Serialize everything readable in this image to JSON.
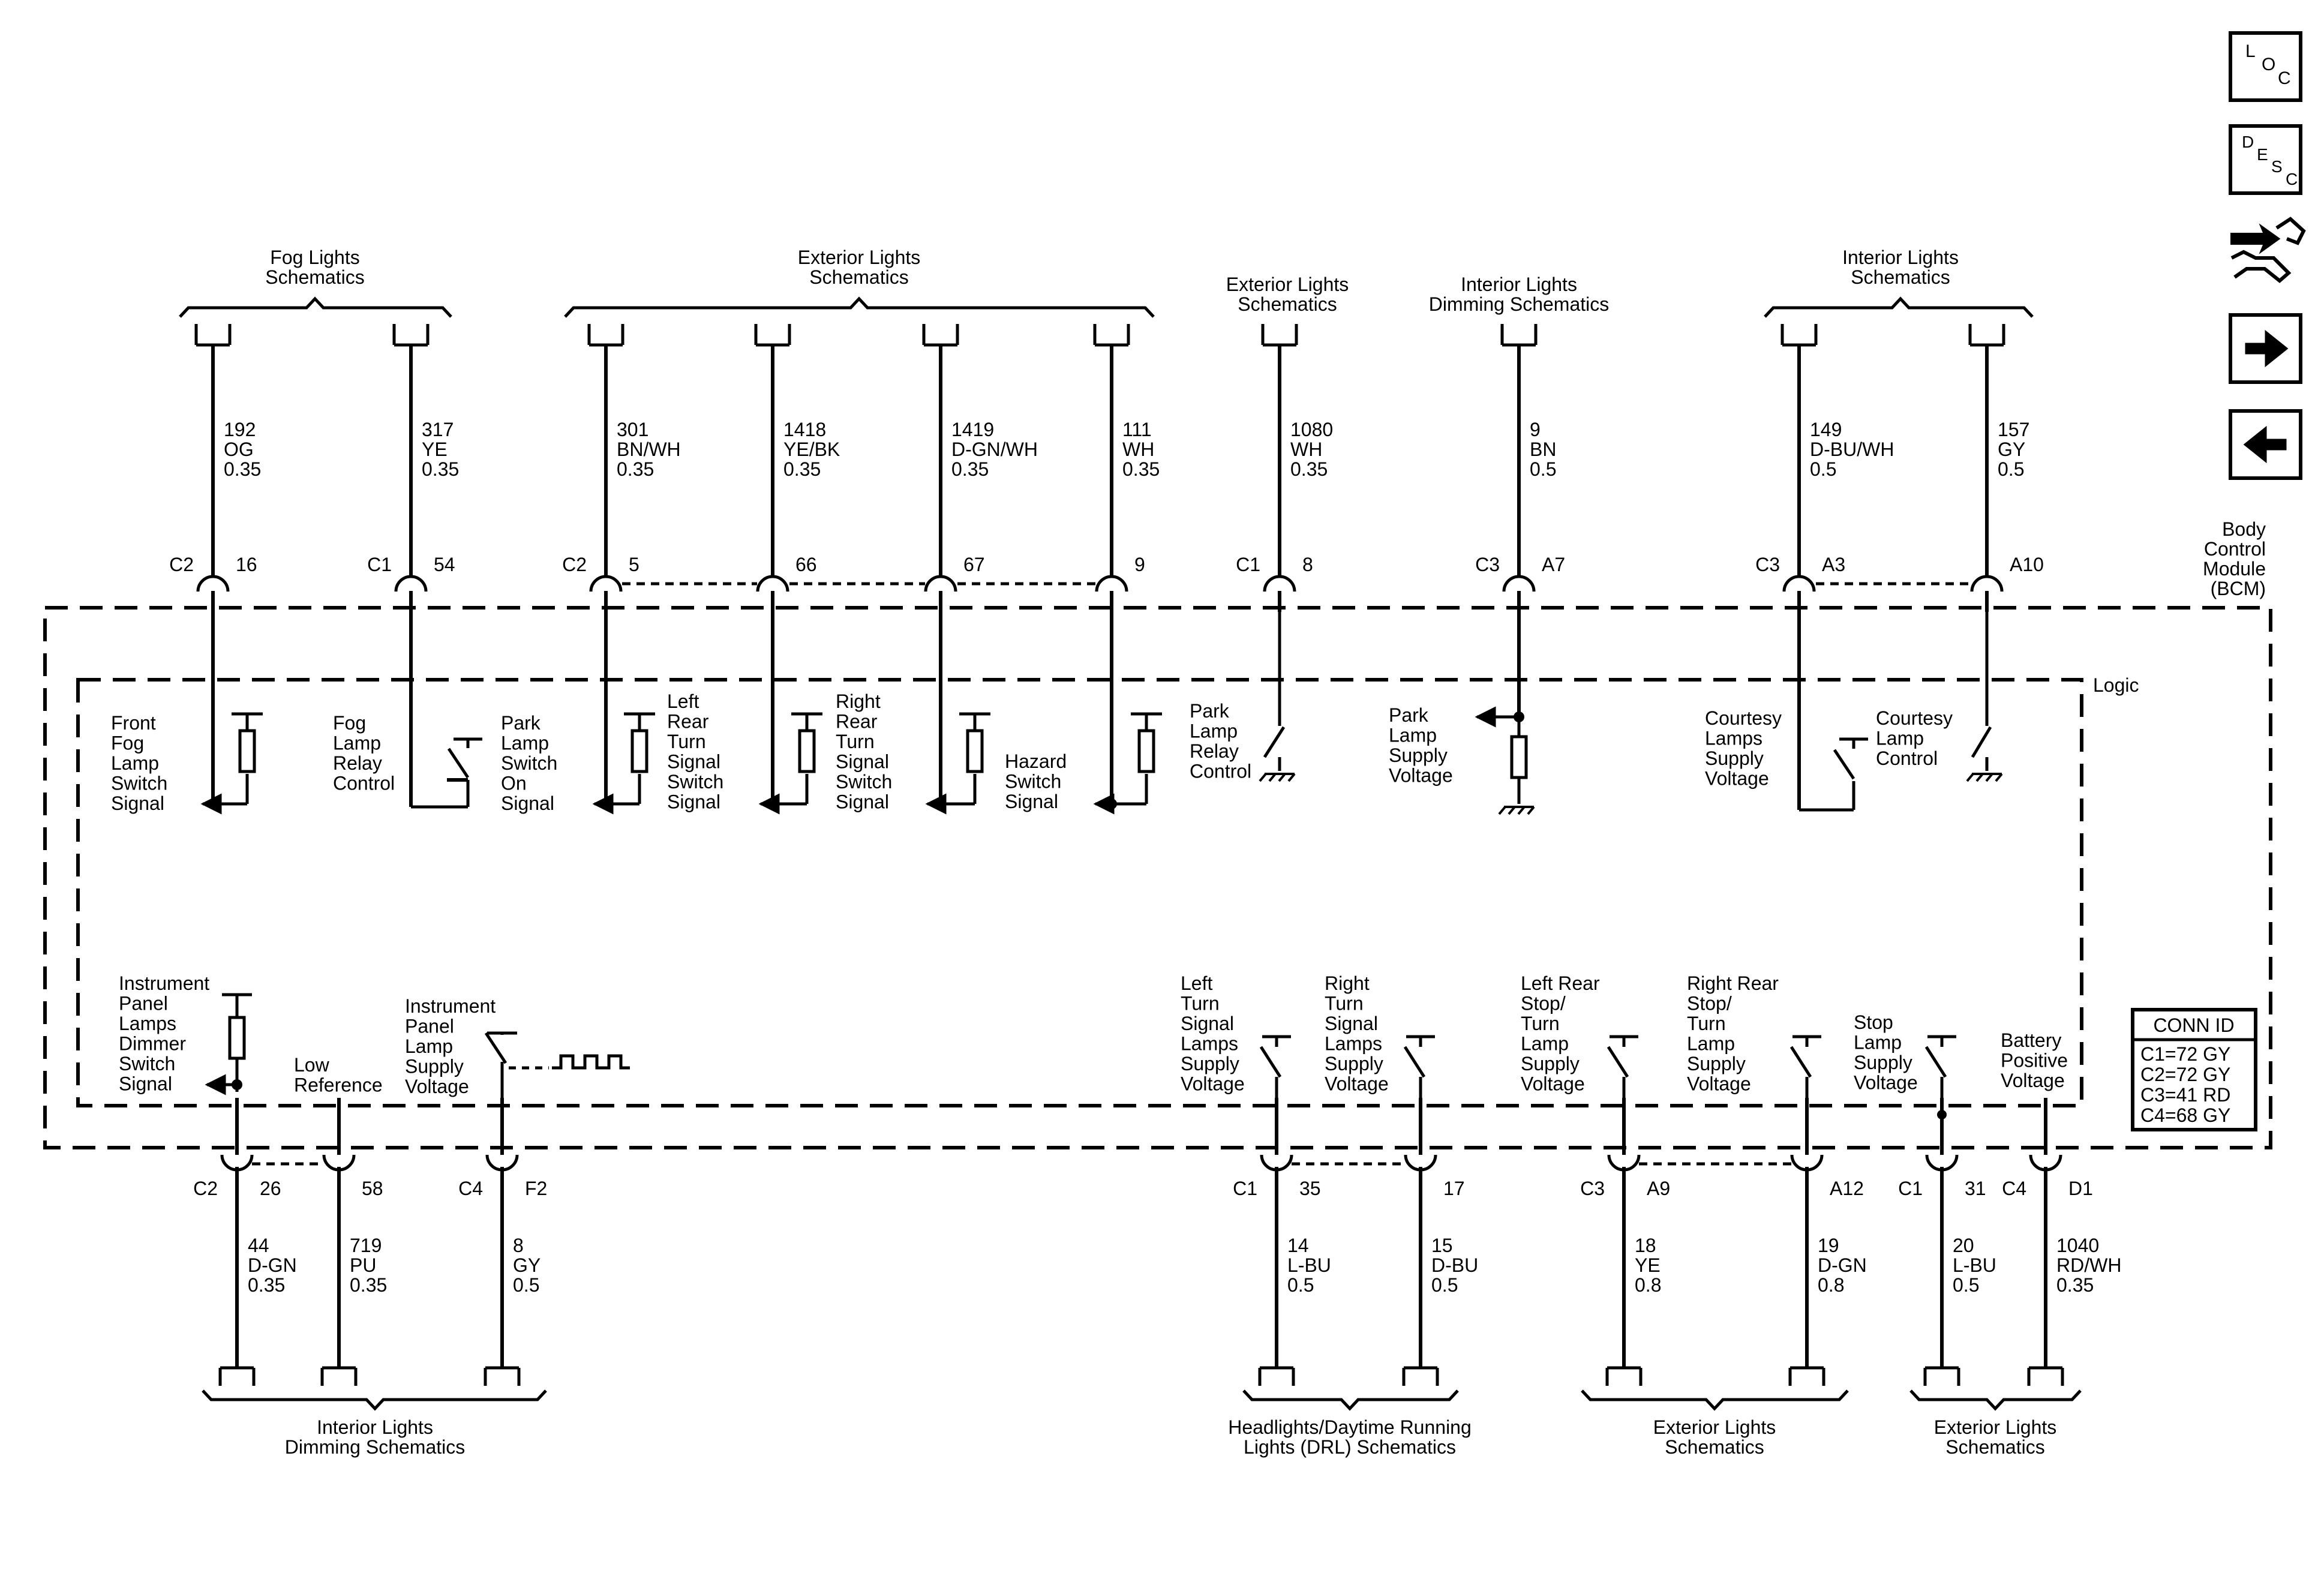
{
  "module": {
    "name_lines": [
      "Body",
      "Control",
      "Module",
      "(BCM)"
    ],
    "logic_label": "Logic"
  },
  "conn_id": {
    "title": "CONN ID",
    "rows": [
      "C1=72 GY",
      "C2=72 GY",
      "C3=41 RD",
      "C4=68 GY"
    ]
  },
  "nav_buttons": [
    {
      "id": "loc",
      "letters": [
        "L",
        "O",
        "C"
      ],
      "icon": "loc-icon"
    },
    {
      "id": "desc",
      "letters": [
        "D",
        "E",
        "S",
        "C"
      ],
      "icon": "desc-icon"
    },
    {
      "id": "connector-view",
      "icon": "connector-view-icon"
    },
    {
      "id": "next",
      "icon": "arrow-right-icon"
    },
    {
      "id": "prev",
      "icon": "arrow-left-icon"
    }
  ],
  "top_groups": [
    {
      "lines": [
        "Fog Lights",
        "Schematics"
      ]
    },
    {
      "lines": [
        "Exterior Lights",
        "Schematics"
      ]
    },
    {
      "lines": [
        "Exterior Lights",
        "Schematics"
      ]
    },
    {
      "lines": [
        "Interior Lights",
        "Dimming Schematics"
      ]
    },
    {
      "lines": [
        "Interior Lights",
        "Schematics"
      ]
    }
  ],
  "top_circuits": [
    {
      "circuit": "192",
      "color": "OG",
      "gauge": "0.35",
      "connector": "C2",
      "pin": "16",
      "function": [
        "Front",
        "Fog",
        "Lamp",
        "Switch",
        "Signal"
      ]
    },
    {
      "circuit": "317",
      "color": "YE",
      "gauge": "0.35",
      "connector": "C1",
      "pin": "54",
      "function": [
        "Fog",
        "Lamp",
        "Relay",
        "Control"
      ]
    },
    {
      "circuit": "301",
      "color": "BN/WH",
      "gauge": "0.35",
      "connector": "C2",
      "pin": "5",
      "function": [
        "Park",
        "Lamp",
        "Switch",
        "On",
        "Signal"
      ]
    },
    {
      "circuit": "1418",
      "color": "YE/BK",
      "gauge": "0.35",
      "connector": "",
      "pin": "66",
      "function": [
        "Left",
        "Rear",
        "Turn",
        "Signal",
        "Switch",
        "Signal"
      ]
    },
    {
      "circuit": "1419",
      "color": "D-GN/WH",
      "gauge": "0.35",
      "connector": "",
      "pin": "67",
      "function": [
        "Right",
        "Rear",
        "Turn",
        "Signal",
        "Switch",
        "Signal"
      ]
    },
    {
      "circuit": "111",
      "color": "WH",
      "gauge": "0.35",
      "connector": "",
      "pin": "9",
      "function": [
        "Hazard",
        "Switch",
        "Signal"
      ]
    },
    {
      "circuit": "1080",
      "color": "WH",
      "gauge": "0.35",
      "connector": "C1",
      "pin": "8",
      "function": [
        "Park",
        "Lamp",
        "Relay",
        "Control"
      ]
    },
    {
      "circuit": "9",
      "color": "BN",
      "gauge": "0.5",
      "connector": "C3",
      "pin": "A7",
      "function": [
        "Park",
        "Lamp",
        "Supply",
        "Voltage"
      ]
    },
    {
      "circuit": "149",
      "color": "D-BU/WH",
      "gauge": "0.5",
      "connector": "C3",
      "pin": "A3",
      "function": [
        "Courtesy",
        "Lamps",
        "Supply",
        "Voltage"
      ]
    },
    {
      "circuit": "157",
      "color": "GY",
      "gauge": "0.5",
      "connector": "",
      "pin": "A10",
      "function": [
        "Courtesy",
        "Lamp",
        "Control"
      ]
    }
  ],
  "bottom_circuits": [
    {
      "circuit": "44",
      "color": "D-GN",
      "gauge": "0.35",
      "connector": "C2",
      "pin": "26",
      "function": [
        "Instrument",
        "Panel",
        "Lamps",
        "Dimmer",
        "Switch",
        "Signal"
      ]
    },
    {
      "circuit": "719",
      "color": "PU",
      "gauge": "0.35",
      "connector": "",
      "pin": "58",
      "function": [
        "Low",
        "Reference"
      ]
    },
    {
      "circuit": "8",
      "color": "GY",
      "gauge": "0.5",
      "connector": "C4",
      "pin": "F2",
      "function": [
        "Instrument",
        "Panel",
        "Lamp",
        "Supply",
        "Voltage"
      ]
    },
    {
      "circuit": "14",
      "color": "L-BU",
      "gauge": "0.5",
      "connector": "C1",
      "pin": "35",
      "function": [
        "Left",
        "Turn",
        "Signal",
        "Lamps",
        "Supply",
        "Voltage"
      ]
    },
    {
      "circuit": "15",
      "color": "D-BU",
      "gauge": "0.5",
      "connector": "",
      "pin": "17",
      "function": [
        "Right",
        "Turn",
        "Signal",
        "Lamps",
        "Supply",
        "Voltage"
      ]
    },
    {
      "circuit": "18",
      "color": "YE",
      "gauge": "0.8",
      "connector": "C3",
      "pin": "A9",
      "function": [
        "Left Rear",
        "Stop/",
        "Turn",
        "Lamp",
        "Supply",
        "Voltage"
      ]
    },
    {
      "circuit": "19",
      "color": "D-GN",
      "gauge": "0.8",
      "connector": "",
      "pin": "A12",
      "function": [
        "Right Rear",
        "Stop/",
        "Turn",
        "Lamp",
        "Supply",
        "Voltage"
      ]
    },
    {
      "circuit": "20",
      "color": "L-BU",
      "gauge": "0.5",
      "connector": "C1",
      "pin": "31",
      "function": [
        "Stop",
        "Lamp",
        "Supply",
        "Voltage"
      ]
    },
    {
      "circuit": "1040",
      "color": "RD/WH",
      "gauge": "0.35",
      "connector": "C4",
      "pin": "D1",
      "function": [
        "Battery",
        "Positive",
        "Voltage"
      ]
    }
  ],
  "bottom_groups": [
    {
      "lines": [
        "Interior Lights",
        "Dimming Schematics"
      ]
    },
    {
      "lines": [
        "Headlights/Daytime Running",
        "Lights (DRL) Schematics"
      ]
    },
    {
      "lines": [
        "Exterior Lights",
        "Schematics"
      ]
    },
    {
      "lines": [
        "Exterior Lights",
        "Schematics"
      ]
    }
  ]
}
